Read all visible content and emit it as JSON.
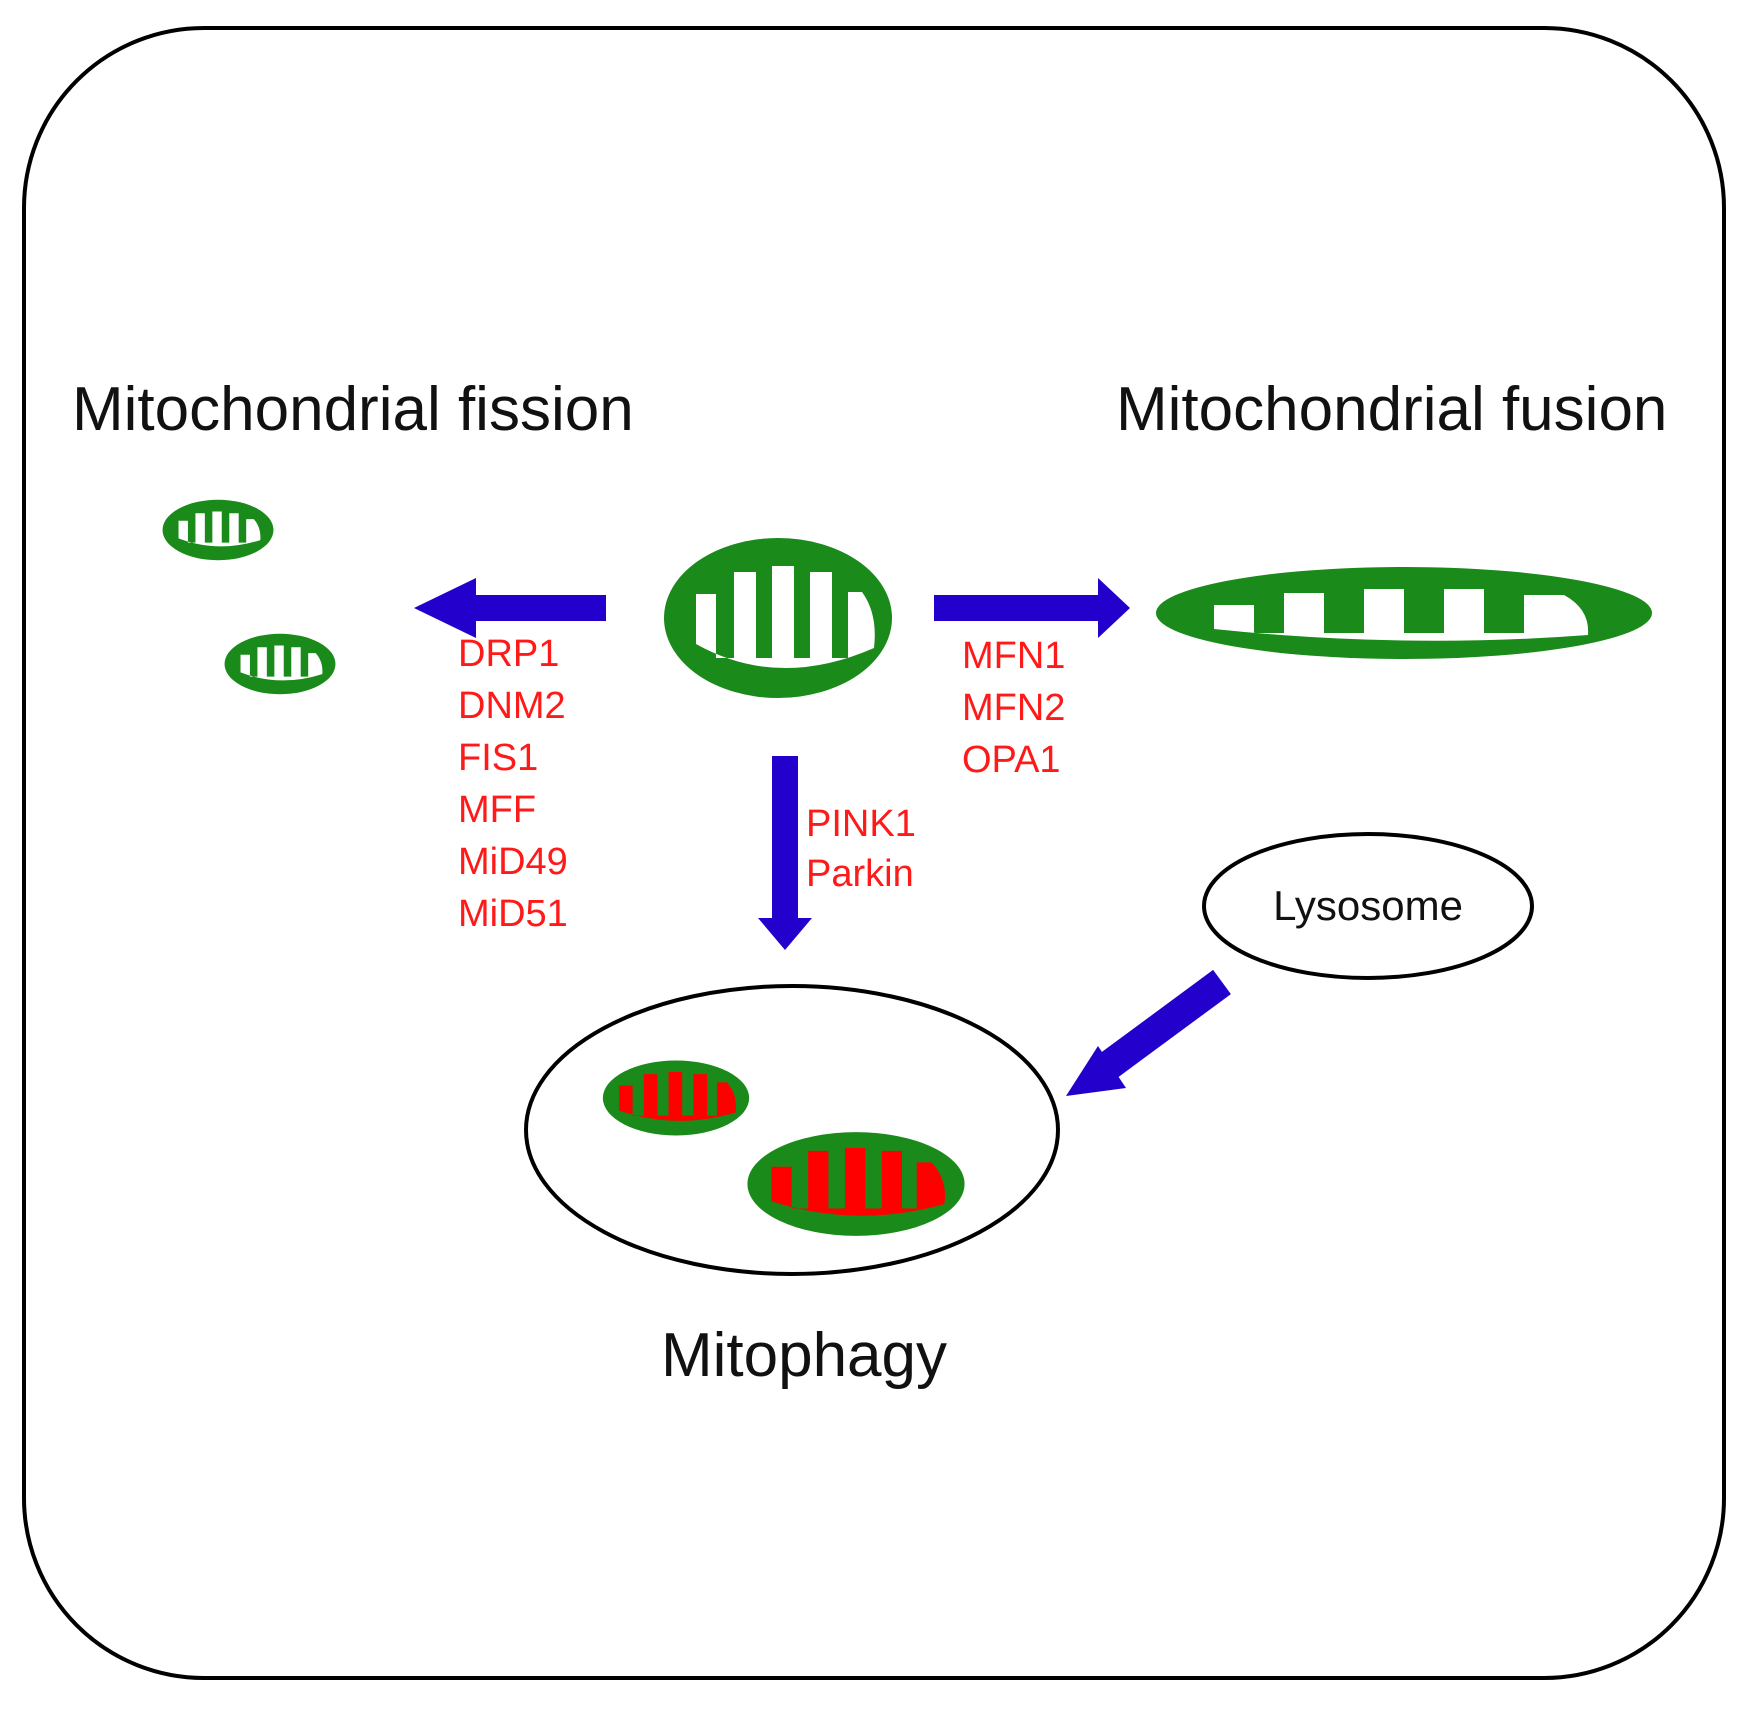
{
  "colors": {
    "frame": "#000000",
    "mito_outer": "#1a8a1a",
    "mito_inner": "#ffffff",
    "mito_damaged_inner": "#ff0000",
    "arrow": "#2400cc",
    "gene_text": "#ff1a1a",
    "label_text": "#111111"
  },
  "labels": {
    "fission": "Mitochondrial fission",
    "fusion": "Mitochondrial fusion",
    "mitophagy": "Mitophagy",
    "lysosome": "Lysosome"
  },
  "fission_genes": [
    "DRP1",
    "DNM2",
    "FIS1",
    "MFF",
    "MiD49",
    "MiD51"
  ],
  "fusion_genes": [
    "MFN1",
    "MFN2",
    "OPA1"
  ],
  "mitophagy_genes": [
    "PINK1",
    "Parkin"
  ],
  "icons": [
    "mitochondrion-icon",
    "damaged-mitochondrion-icon"
  ]
}
